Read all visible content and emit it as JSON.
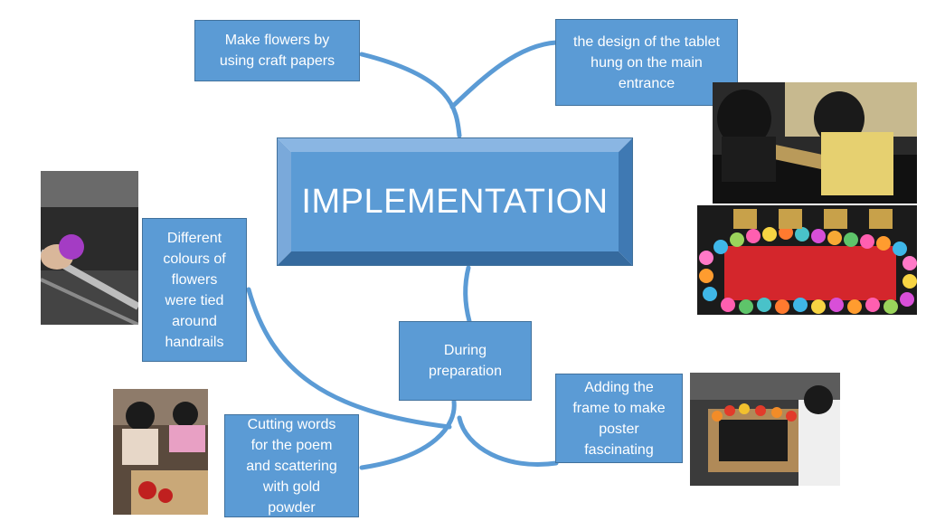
{
  "center": {
    "title": "IMPLEMENTATION"
  },
  "nodes": {
    "make_flowers": "Make flowers by\nusing craft papers",
    "tablet_design": "the design of the tablet\nhung on the main\nentrance",
    "handrails": "Different\ncolours of\nflowers\nwere tied\naround\nhandrails",
    "during_preparation": "During\npreparation",
    "cutting_words": "Cutting words\nfor the poem\nand scattering\nwith gold\npowder",
    "adding_frame": "Adding the\nframe to make\nposter\nfascinating"
  },
  "photos": [
    "students-making-tablet-photo",
    "flower-decorated-tablet-photo",
    "handrail-flowers-photo",
    "cutting-words-photo",
    "poster-frame-photo"
  ],
  "colors": {
    "box": "#5b9bd5",
    "border": "#41719c",
    "connector": "#5b9bd5",
    "text": "#ffffff"
  }
}
